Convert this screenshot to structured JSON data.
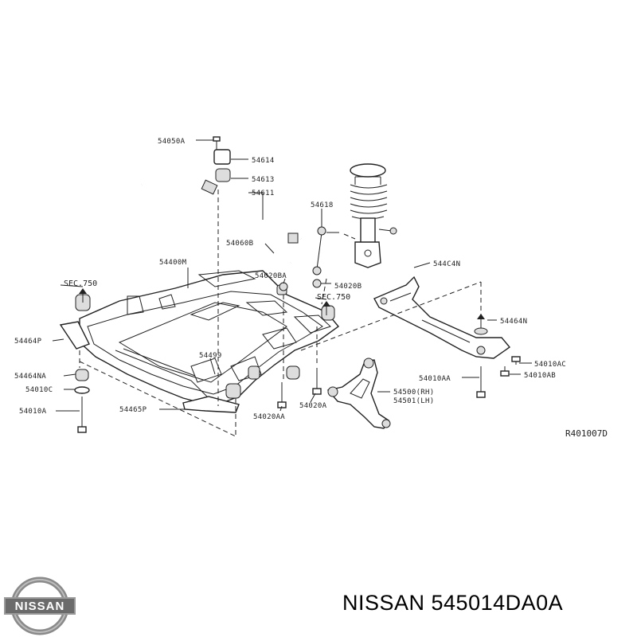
{
  "diagram": {
    "reference_code": "R401007D",
    "sec_refs": [
      "SEC.750",
      "SEC.750"
    ],
    "parts": {
      "p54050A": "54050A",
      "p54614": "54614",
      "p54613": "54613",
      "p54611": "54611",
      "p54618": "54618",
      "p54060B": "54060B",
      "p54400M": "54400M",
      "p54020BA": "54020BA",
      "p54020B": "54020B",
      "p544C4N": "544C4N",
      "p54464N": "54464N",
      "p54464P": "54464P",
      "p54499": "54499",
      "p54464NA": "54464NA",
      "p54010C": "54010C",
      "p54010A": "54010A",
      "p54465P": "54465P",
      "p54020AA": "54020AA",
      "p54020A": "54020A",
      "p54010AA": "54010AA",
      "p54500": "54500(RH)",
      "p54501": "54501(LH)",
      "p54010AC": "54010AC",
      "p54010AB": "54010AB"
    }
  },
  "brand": {
    "logo_text": "NISSAN",
    "caption": "NISSAN 545014DA0A"
  }
}
